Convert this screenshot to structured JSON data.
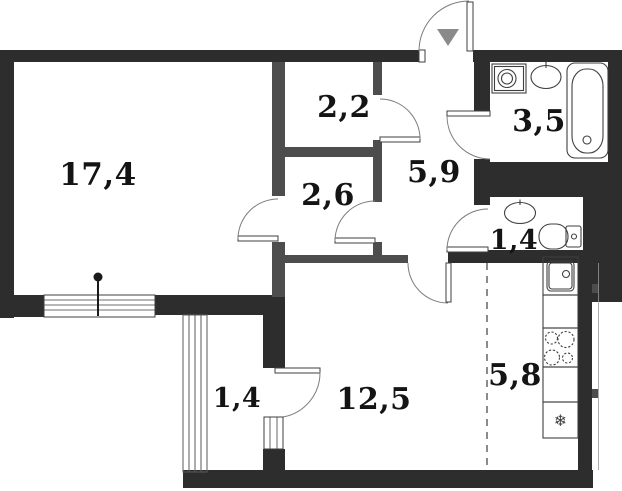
{
  "colors": {
    "background": "#ffffff",
    "exterior_wall": "#2d2d2d",
    "partition_wall": "#4d4d4d",
    "fixture_stroke": "#3f3f3f",
    "door_arc": "#7d7d7d",
    "entrance_arrow": "#8a8a8a",
    "zone_dash": "#5a5a5a",
    "label_text": "#141414"
  },
  "rooms": {
    "living": {
      "label": "17,4"
    },
    "closet": {
      "label": "2,2"
    },
    "inner_hall": {
      "label": "2,6"
    },
    "entry_hall": {
      "label": "5,9"
    },
    "bathroom": {
      "label": "3,5"
    },
    "wc": {
      "label": "1,4"
    },
    "kitchen": {
      "label": "5,8"
    },
    "bedroom": {
      "label": "12,5"
    },
    "balcony": {
      "label": "1,4"
    }
  },
  "icons": {
    "fridge_glyph": "❄",
    "fixture_names": [
      "entrance-arrow",
      "washing-machine",
      "bath-sink",
      "bathtub",
      "wc-sink",
      "toilet",
      "kitchen-sink",
      "stove",
      "fridge",
      "window-pin"
    ]
  }
}
